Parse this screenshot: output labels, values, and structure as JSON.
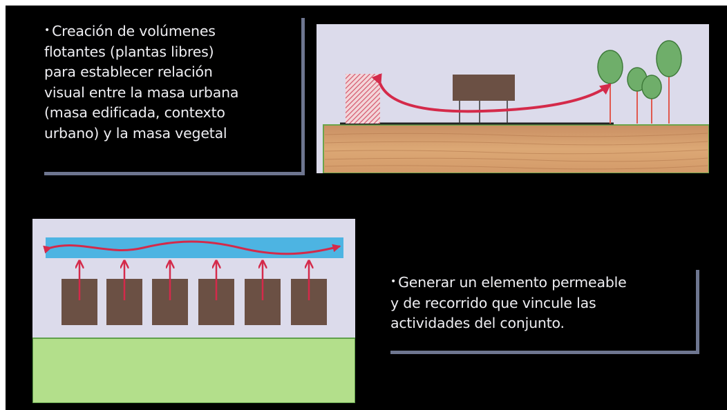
{
  "slide": {
    "text_top": {
      "bullet": "•",
      "lines": [
        "Creación de volúmenes",
        "flotantes (plantas libres)",
        "para establecer relación",
        "visual entre la masa urbana",
        "(masa edificada, contexto",
        "urbano) y la masa vegetal"
      ]
    },
    "text_bottom": {
      "bullet": "•",
      "lines": [
        "Generar un elemento permeable",
        "y de recorrido que vincule las",
        "actividades del conjunto."
      ]
    }
  },
  "colors": {
    "background": "#000000",
    "diagram_bg": "#dcdbeb",
    "arrow": "#d42a4a",
    "hatch": "#d4556a",
    "building": "#6b5044",
    "tree_fill": "#6fae6a",
    "tree_trunk": "#e0584e",
    "soil": "#d7a070",
    "lawn": "#b3df8b",
    "canal": "#4db4e2",
    "frame": "#6e7690"
  }
}
